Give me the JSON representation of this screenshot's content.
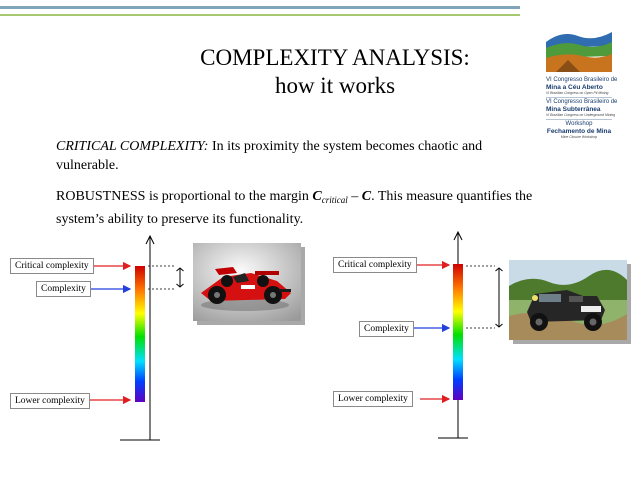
{
  "slide": {
    "title_line1": "COMPLEXITY ANALYSIS:",
    "title_line2": "how it works"
  },
  "logo": {
    "lines": [
      "VI Congresso Brasileiro de",
      "Mina a Céu Aberto",
      "VI Brazilian Congress on Open Pit Mining",
      "VI Congresso Brasileiro de",
      "Mina Subterrânea",
      "VI Brazilian Congress on Underground Mining",
      "Workshop",
      "Fechamento de Mina",
      "Mine Closure Workshop"
    ],
    "colors": {
      "sky": "#2f6db0",
      "green": "#4f9a3a",
      "earth": "#c8741f",
      "text": "#1a3d6d"
    }
  },
  "paragraphs": {
    "critical_lead": "CRITICAL COMPLEXITY:",
    "critical_text": " In its proximity the system becomes chaotic and vulnerable.",
    "robust_pre": "ROBUSTNESS is proportional to the margin ",
    "robust_c": "C",
    "robust_sub": "critical",
    "robust_minus": " – ",
    "robust_c2": "C",
    "robust_post": ". This measure quantifies the system’s ability to preserve its functionality."
  },
  "left_diagram": {
    "critical_label": "Critical complexity",
    "complexity_label": "Complexity",
    "lower_label": "Lower complexity",
    "image_icon": "race-car-icon"
  },
  "right_diagram": {
    "critical_label": "Critical complexity",
    "complexity_label": "Complexity",
    "lower_label": "Lower complexity",
    "image_icon": "offroad-jeep-icon"
  },
  "colors": {
    "arrow_red": "#e02020",
    "arrow_blue": "#2040e0",
    "band_top": "#7ea6b8",
    "band_green": "#a6c86e"
  }
}
